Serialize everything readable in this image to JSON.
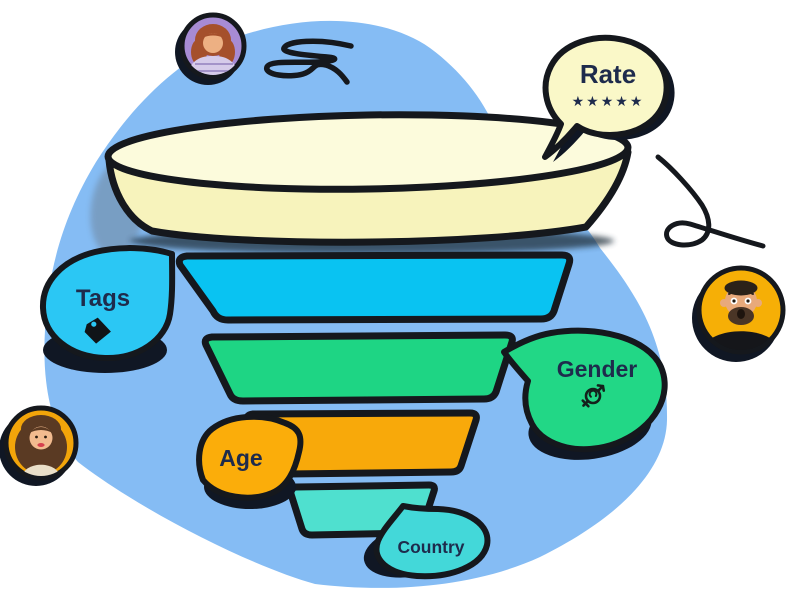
{
  "background": {
    "blob_color": "#85BCF4",
    "outline_color": "#15181D",
    "text_color": "#1E2B4C",
    "shadow_color": "#101724"
  },
  "funnel": {
    "stages": [
      {
        "name": "bowl-top",
        "color": "#F7F3BC",
        "rim_color": "#FCFBDC"
      },
      {
        "name": "stage-blue",
        "color": "#09C3F2"
      },
      {
        "name": "stage-green",
        "color": "#1ED584"
      },
      {
        "name": "stage-orange",
        "color": "#F8A90A"
      },
      {
        "name": "stage-teal",
        "color": "#4FE0CF"
      }
    ]
  },
  "bubbles": {
    "rate": {
      "label": "Rate",
      "stars": "★★★★★",
      "color": "#FAF8C8",
      "icon": "five-stars"
    },
    "tags": {
      "label": "Tags",
      "color": "#2BC7F4",
      "icon": "tag-icon"
    },
    "gender": {
      "label": "Gender",
      "color": "#22D786",
      "icon": "gender-symbol"
    },
    "age": {
      "label": "Age",
      "color": "#FBAD0A"
    },
    "country": {
      "label": "Country",
      "color": "#43D8D9"
    }
  },
  "avatars": [
    {
      "name": "woman-redhead",
      "bg_color": "#A78BD4"
    },
    {
      "name": "man-beard-surprised",
      "bg_color": "#F6AF06"
    },
    {
      "name": "woman-brunette",
      "bg_color": "#F2A50A"
    }
  ]
}
